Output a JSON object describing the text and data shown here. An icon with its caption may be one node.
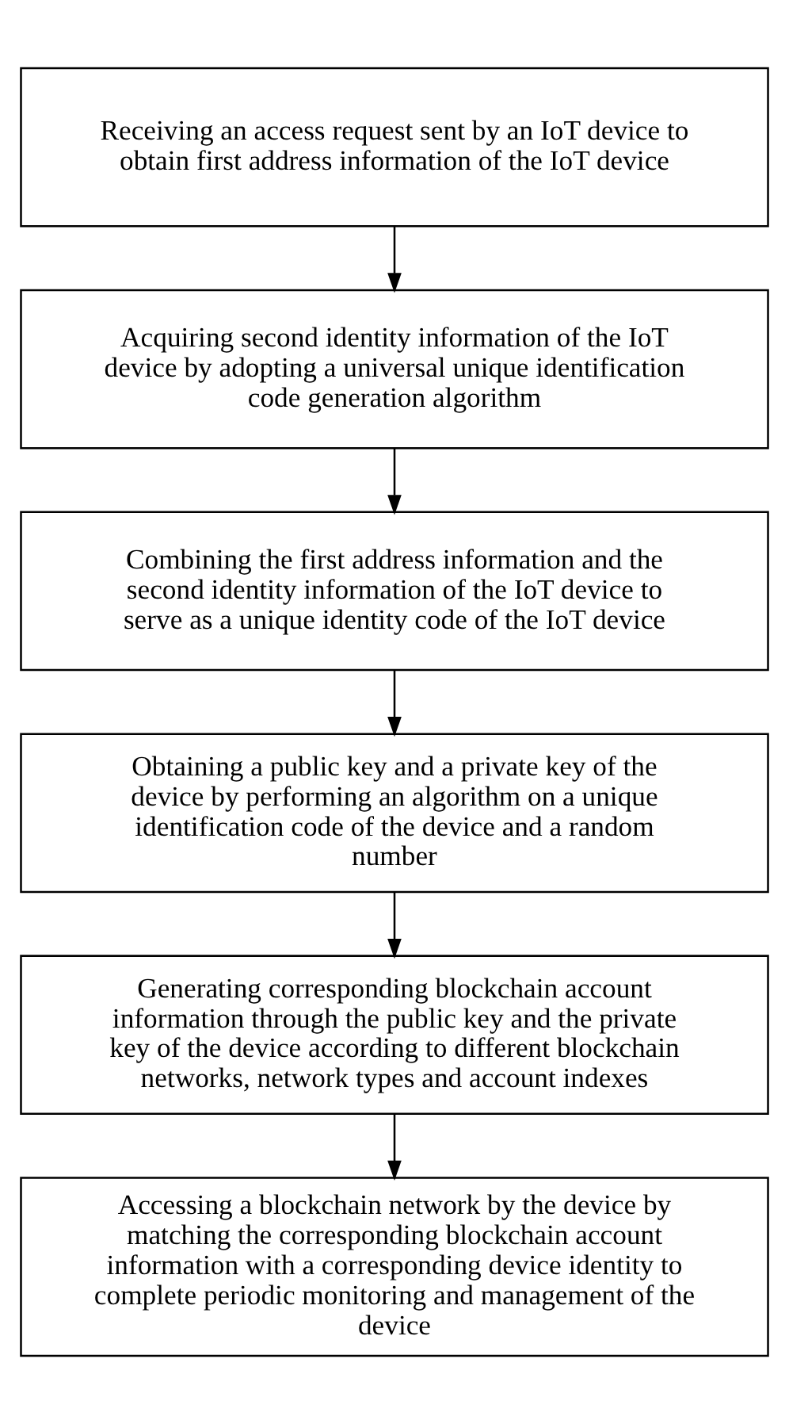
{
  "diagram": {
    "nodes": [
      {
        "text": [
          "Receiving an access request sent by an IoT device to obtain first address information of the IoT device"
        ]
      },
      {
        "text": [
          "Acquiring second identity information of the IoT device by adopting a universal unique identification code generation algorithm"
        ]
      },
      {
        "text": [
          "Combining the first address information and the second identity information of the IoT device to serve as a unique identity code of the IoT device"
        ]
      },
      {
        "text": [
          "Obtaining a public key and a private key of the device by performing an algorithm on a unique identification code of the device and a random number"
        ]
      },
      {
        "text": [
          "Generating corresponding blockchain account information through the public key and the private key of the device according to different blockchain networks, network types and account indexes"
        ]
      },
      {
        "text": [
          "Accessing a blockchain network by the device by matching the corresponding blockchain account information with a corresponding device identity to complete periodic monitoring and management of the device"
        ]
      }
    ],
    "edges": [
      {
        "from": 0,
        "to": 1,
        "arrow": "to"
      },
      {
        "from": 1,
        "to": 2,
        "arrow": "to"
      },
      {
        "from": 2,
        "to": 3,
        "arrow": "to"
      },
      {
        "from": 3,
        "to": 4,
        "arrow": "to"
      },
      {
        "from": 4,
        "to": 5,
        "arrow": "to"
      }
    ]
  }
}
